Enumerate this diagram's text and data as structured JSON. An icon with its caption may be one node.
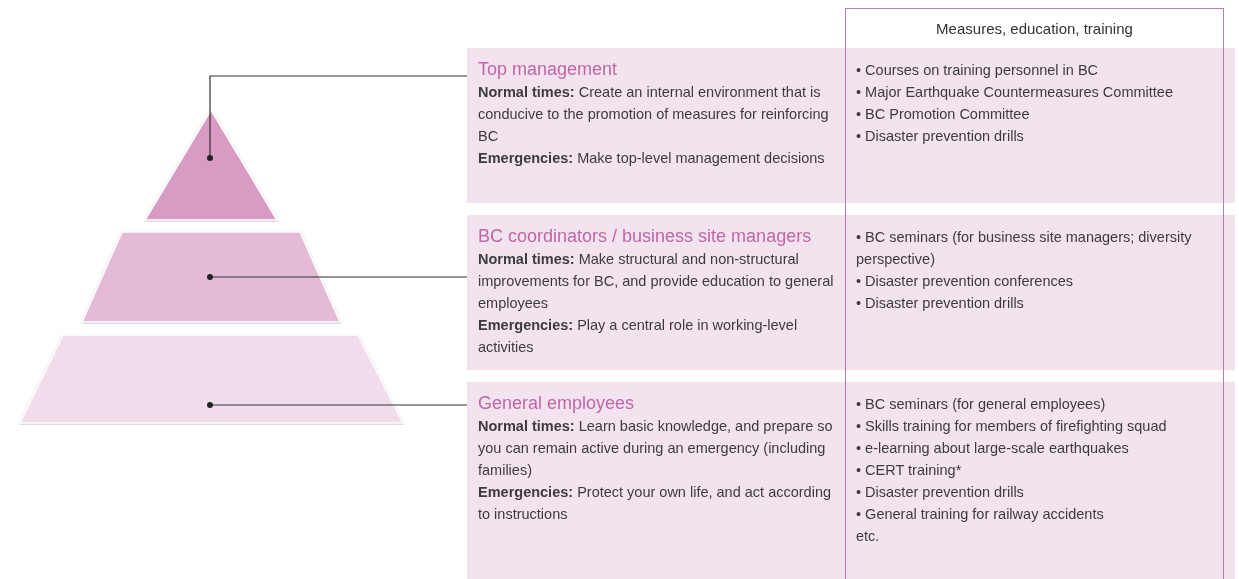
{
  "diagram": {
    "nodes": [
      {
        "text": [],
        "shape": "triangle"
      },
      {
        "text": [],
        "shape": "trapezoid"
      },
      {
        "text": [],
        "shape": "trapezoid"
      },
      {
        "text": [
          "Top management",
          "**Normal times:** Create an internal environment that is conducive to the promotion of measures for reinforcing BC",
          "**Emergencies:** Make top-level management decisions",
          "• Courses on training personnel in BC",
          "• Major Earthquake Countermeasures Committee",
          "• BC Promotion Committee",
          "• Disaster prevention drills"
        ]
      },
      {
        "text": [
          "BC coordinators / business site managers",
          "**Normal times:** Make structural and non-structural improvements for BC, and provide education to general employees",
          "**Emergencies:** Play a central role in working-level activities",
          "• BC seminars (for business site managers; diversity perspective)",
          "• Disaster prevention conferences",
          "• Disaster prevention drills"
        ]
      },
      {
        "text": [
          "General employees",
          "**Normal times:** Learn basic knowledge, and prepare so you can remain active during an emergency (including families)",
          "**Emergencies:** Protect your own life, and act according to instructions",
          "• BC seminars (for general employees)",
          "• Skills training for members of firefighting squad",
          "• e-learning about large-scale earthquakes",
          "• CERT training*",
          "• Disaster prevention drills",
          "• General training for railway accidents",
          "etc."
        ]
      },
      {
        "text": [
          "Measures, education, training"
        ]
      }
    ],
    "edges": [
      {
        "from": 3,
        "to": 0,
        "arrow": "other"
      },
      {
        "from": 4,
        "to": 1,
        "arrow": "other"
      },
      {
        "from": 5,
        "to": 2,
        "arrow": "other"
      }
    ]
  }
}
